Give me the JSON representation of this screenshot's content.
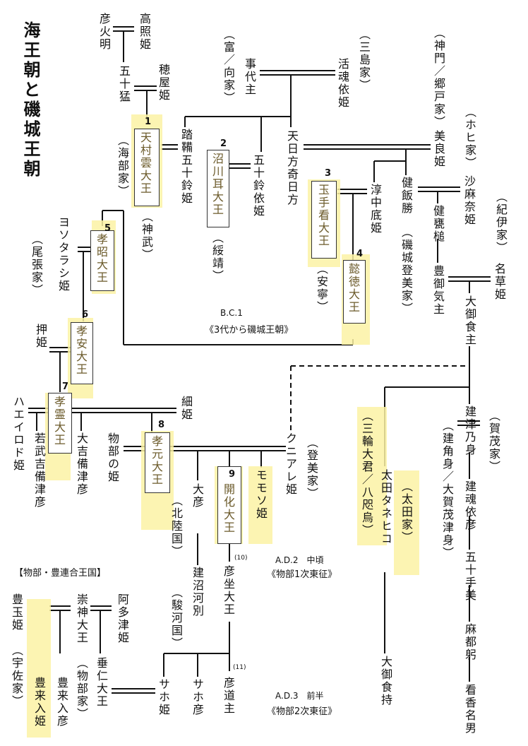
{
  "title": "海王朝と磯城王朝",
  "highlight_color": "#fbf2a4",
  "people": {
    "takateruhime": "高照姫",
    "hikohoakari": "彦火明",
    "isotake": "五十猛",
    "hoyahime": "穂屋姫",
    "amamurakumo": "天村雲大王",
    "amabe": "（海部家）",
    "jinmu": "（神武）",
    "tomi_mukai": "（富／向家）",
    "kotoshironushi": "事代主",
    "mishima": "（三島家）",
    "ikutamayorihime": "活魂依姫",
    "kanto_goto": "（神門／郷戸家）",
    "hohi": "（ホヒ家）",
    "tataraisuzuhime": "踏鞴五十鈴姫",
    "nunakawamimi": "沼川耳大王",
    "suizei": "（綏靖）",
    "isuzuyorihime": "五十鈴依姫",
    "amehikata": "天日方奇日方",
    "miyorihime": "美良姫",
    "kii": "（紀伊家）",
    "tamatemi": "玉手看大王",
    "annei": "（安寧）",
    "nunasokohime": "淳中底姫",
    "takeiiicatsu": "健飯勝",
    "shikitomi": "（磯城登美家）",
    "sumanahime": "沙麻奈姫",
    "takemikatsuchi": "健甕槌",
    "toyomikenushi": "豊御気主",
    "nakusahime": "名草姫",
    "omikenushi": "大御食主",
    "itoku": "懿徳大王",
    "kosho": "孝昭大王",
    "owari": "（尾張家）",
    "yosotarashihime": "ヨソタラシ姫",
    "oshihime": "押姫",
    "koan": "孝安大王",
    "haeirodohime": "ハエイロド姫",
    "korei": "孝霊大王",
    "wakatakekibitsuhiko": "若武吉備津彦",
    "okibitsuhiko": "大吉備津彦",
    "hosohime": "細姫",
    "mononobenohime": "物部の姫",
    "kogen": "孝元大王",
    "kuniarehime": "クニアレ姫",
    "tomi": "（登美家）",
    "miwa": "（三輪大君／八咫烏）",
    "otataneko": "太田タネヒコ",
    "ota": "（太田家）",
    "kamo": "（賀茂家）",
    "taketsunumi": "建津乃身",
    "takekakumi": "（建角身／大賀茂津身）",
    "takemiyorihiko": "建魂依彦",
    "isotemi": "五十手美",
    "mato": "麻都躬",
    "kagonamo": "看香名男",
    "ohiko": "大彦",
    "hokuriku": "（北陸国）",
    "takenunakawawake": "建沼河別",
    "suruga": "（駿河国）",
    "kaika": "開化大王",
    "momosohime": "モモソ姫",
    "hikoimasu": "彦坐大王",
    "toyotamahime": "豊玉姫",
    "usa": "（宇佐家）",
    "toyokiirihime": "豊来入姫",
    "sujin": "崇神大王",
    "mononobe": "（物部家）",
    "toyokiirihiko": "豊来入彦",
    "atatsuhime": "阿多津姫",
    "suinin": "垂仁大王",
    "sahohime": "サホ姫",
    "sahohiko": "サホ彦",
    "hikomichinushi": "彦道主",
    "omikemochi": "大御食持"
  },
  "numbers": [
    "1",
    "2",
    "3",
    "4",
    "5",
    "6",
    "7",
    "8",
    "9",
    "(10)",
    "(11)"
  ],
  "notes": {
    "bc1_date": "B.C.1",
    "bc1_text": "《3代から磯城王朝》",
    "ad2_date": "A.D.2　中頃",
    "ad2_text": "《物部1次東征》",
    "ad3_date": "A.D.3　前半",
    "ad3_text": "《物部2次東征》",
    "kingdom": "【物部・豊連合王国】"
  }
}
